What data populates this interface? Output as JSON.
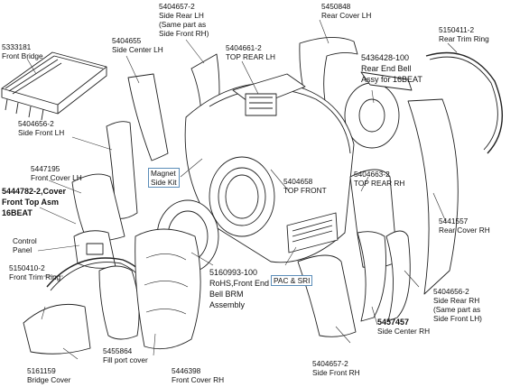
{
  "labels": {
    "bridge": {
      "lines": [
        "5333181",
        "Front Bridge"
      ]
    },
    "side_center_lh": {
      "lines": [
        "5404655",
        "Side Center LH"
      ]
    },
    "side_rear_lh": {
      "lines": [
        "5404657-2",
        "Side Rear LH",
        "(Same part as",
        "Side Front RH)"
      ]
    },
    "top_rear_lh": {
      "lines": [
        "5404661-2",
        "TOP REAR LH"
      ]
    },
    "rear_cover_lh": {
      "lines": [
        "5450848",
        "Rear Cover LH"
      ]
    },
    "rear_trim_ring": {
      "lines": [
        "5150411-2",
        "Rear Trim Ring"
      ]
    },
    "rear_end_bell": {
      "lines": [
        "5436428-100",
        "Rear End Bell",
        "Assy for 16BEAT"
      ]
    },
    "side_front_lh": {
      "lines": [
        "5404656-2",
        "Side Front LH"
      ]
    },
    "front_cover_lh": {
      "lines": [
        "5447195",
        "Front Cover LH"
      ]
    },
    "cover_front_top": {
      "lines": [
        "5444782-2,Cover",
        "Front Top Asm",
        "16BEAT"
      ]
    },
    "magnet_side_kit": {
      "lines": [
        "Magnet",
        "Side Kit"
      ]
    },
    "top_front": {
      "lines": [
        "5404658",
        "TOP FRONT"
      ]
    },
    "top_rear_rh": {
      "lines": [
        "5404663-2",
        "TOP REAR RH"
      ]
    },
    "rear_cover_rh": {
      "lines": [
        "5441557",
        "Rear Cover RH"
      ]
    },
    "control_panel": {
      "lines": [
        "Control",
        "Panel"
      ]
    },
    "front_trim_ring": {
      "lines": [
        "5150410-2",
        "Front Trim Ring"
      ]
    },
    "front_end_bell": {
      "lines": [
        "5160993-100",
        "RoHS,Front End",
        "Bell BRM",
        "Assembly"
      ]
    },
    "pac_sri": {
      "lines": [
        "PAC & SRI"
      ]
    },
    "side_rear_rh": {
      "lines": [
        "5404656-2",
        "Side Rear RH",
        "(Same part as",
        "Side Front LH)"
      ]
    },
    "side_center_rh": {
      "lines": [
        "5457457",
        "Side Center RH"
      ]
    },
    "fill_port_cover": {
      "lines": [
        "5455864",
        "Fill port cover"
      ]
    },
    "bridge_cover": {
      "lines": [
        "5161159",
        "Bridge Cover"
      ]
    },
    "front_cover_rh": {
      "lines": [
        "5446398",
        "Front Cover RH"
      ]
    },
    "side_front_rh": {
      "lines": [
        "5404657-2",
        "Side Front RH"
      ]
    }
  }
}
